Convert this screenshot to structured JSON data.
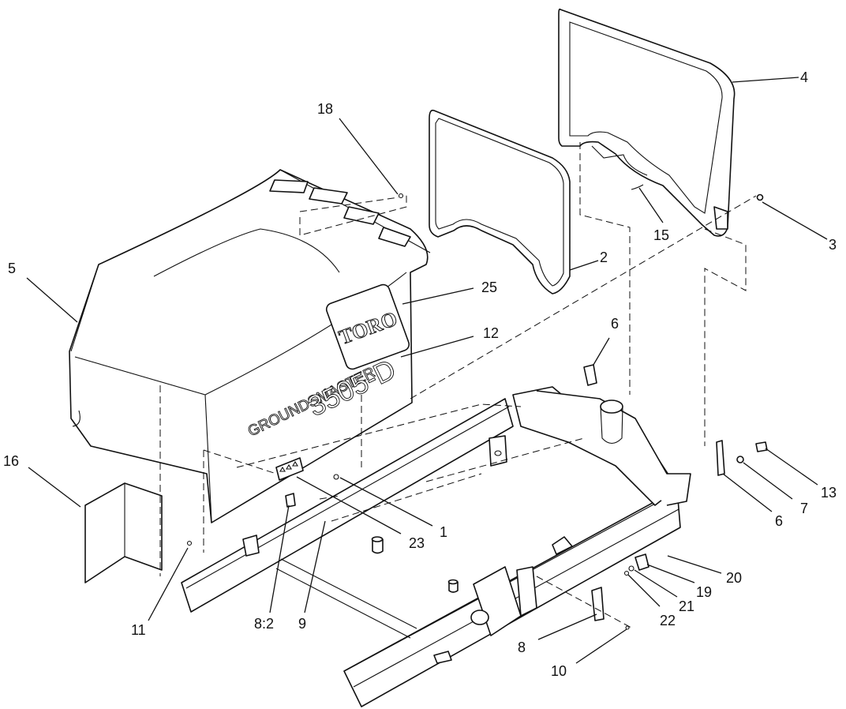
{
  "decals": {
    "brand": "TORO",
    "model_line1": "GROUNDSMASTER",
    "model_line2": "3505-D"
  },
  "callouts": [
    {
      "id": "c1",
      "label": "1"
    },
    {
      "id": "c2",
      "label": "2"
    },
    {
      "id": "c3",
      "label": "3"
    },
    {
      "id": "c4",
      "label": "4"
    },
    {
      "id": "c5",
      "label": "5"
    },
    {
      "id": "c6a",
      "label": "6"
    },
    {
      "id": "c6b",
      "label": "6"
    },
    {
      "id": "c7",
      "label": "7"
    },
    {
      "id": "c8",
      "label": "8"
    },
    {
      "id": "c82",
      "label": "8:2"
    },
    {
      "id": "c9",
      "label": "9"
    },
    {
      "id": "c10",
      "label": "10"
    },
    {
      "id": "c11",
      "label": "11"
    },
    {
      "id": "c12",
      "label": "12"
    },
    {
      "id": "c13",
      "label": "13"
    },
    {
      "id": "c15",
      "label": "15"
    },
    {
      "id": "c16",
      "label": "16"
    },
    {
      "id": "c18",
      "label": "18"
    },
    {
      "id": "c19",
      "label": "19"
    },
    {
      "id": "c20",
      "label": "20"
    },
    {
      "id": "c21",
      "label": "21"
    },
    {
      "id": "c22",
      "label": "22"
    },
    {
      "id": "c23",
      "label": "23"
    },
    {
      "id": "c25",
      "label": "25"
    }
  ]
}
